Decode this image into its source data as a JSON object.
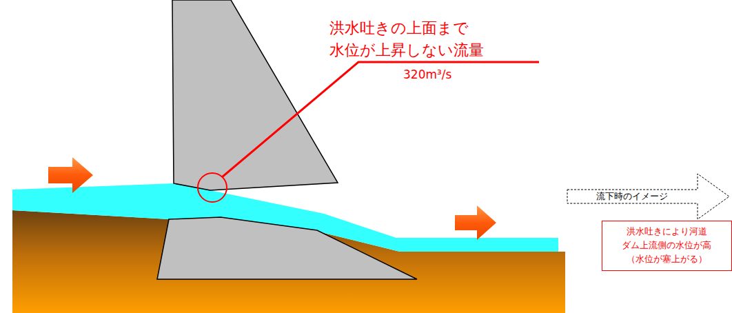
{
  "diagram": {
    "nodes": [
      {
        "text": [
          "流下時のイメージ"
        ]
      },
      {
        "text": [
          "洪水吐きにより河道 ダム上流側の水位が高 （水位が塞上がる）"
        ]
      }
    ],
    "labels": [
      "洪水吐きの上面まで",
      "水位が上昇しない流量",
      "320m³/s"
    ]
  }
}
